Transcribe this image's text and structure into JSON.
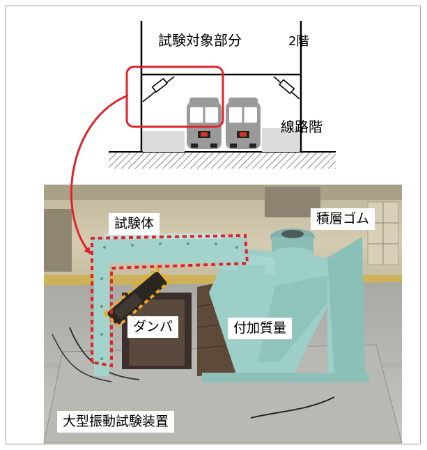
{
  "diagram": {
    "floor_label": "2階",
    "test_section_label": "試験対象部分",
    "track_floor_label": "線路階"
  },
  "photo": {
    "specimen_label": "試験体",
    "rubber_label": "積層ゴム",
    "damper_label": "ダンパ",
    "mass_label": "付加質量",
    "apparatus_label": "大型振動試験装置"
  },
  "colors": {
    "highlight_red": "#e0232b",
    "dashed_orange": "#f2a91a",
    "steel_blue": "#9ccfc8"
  }
}
